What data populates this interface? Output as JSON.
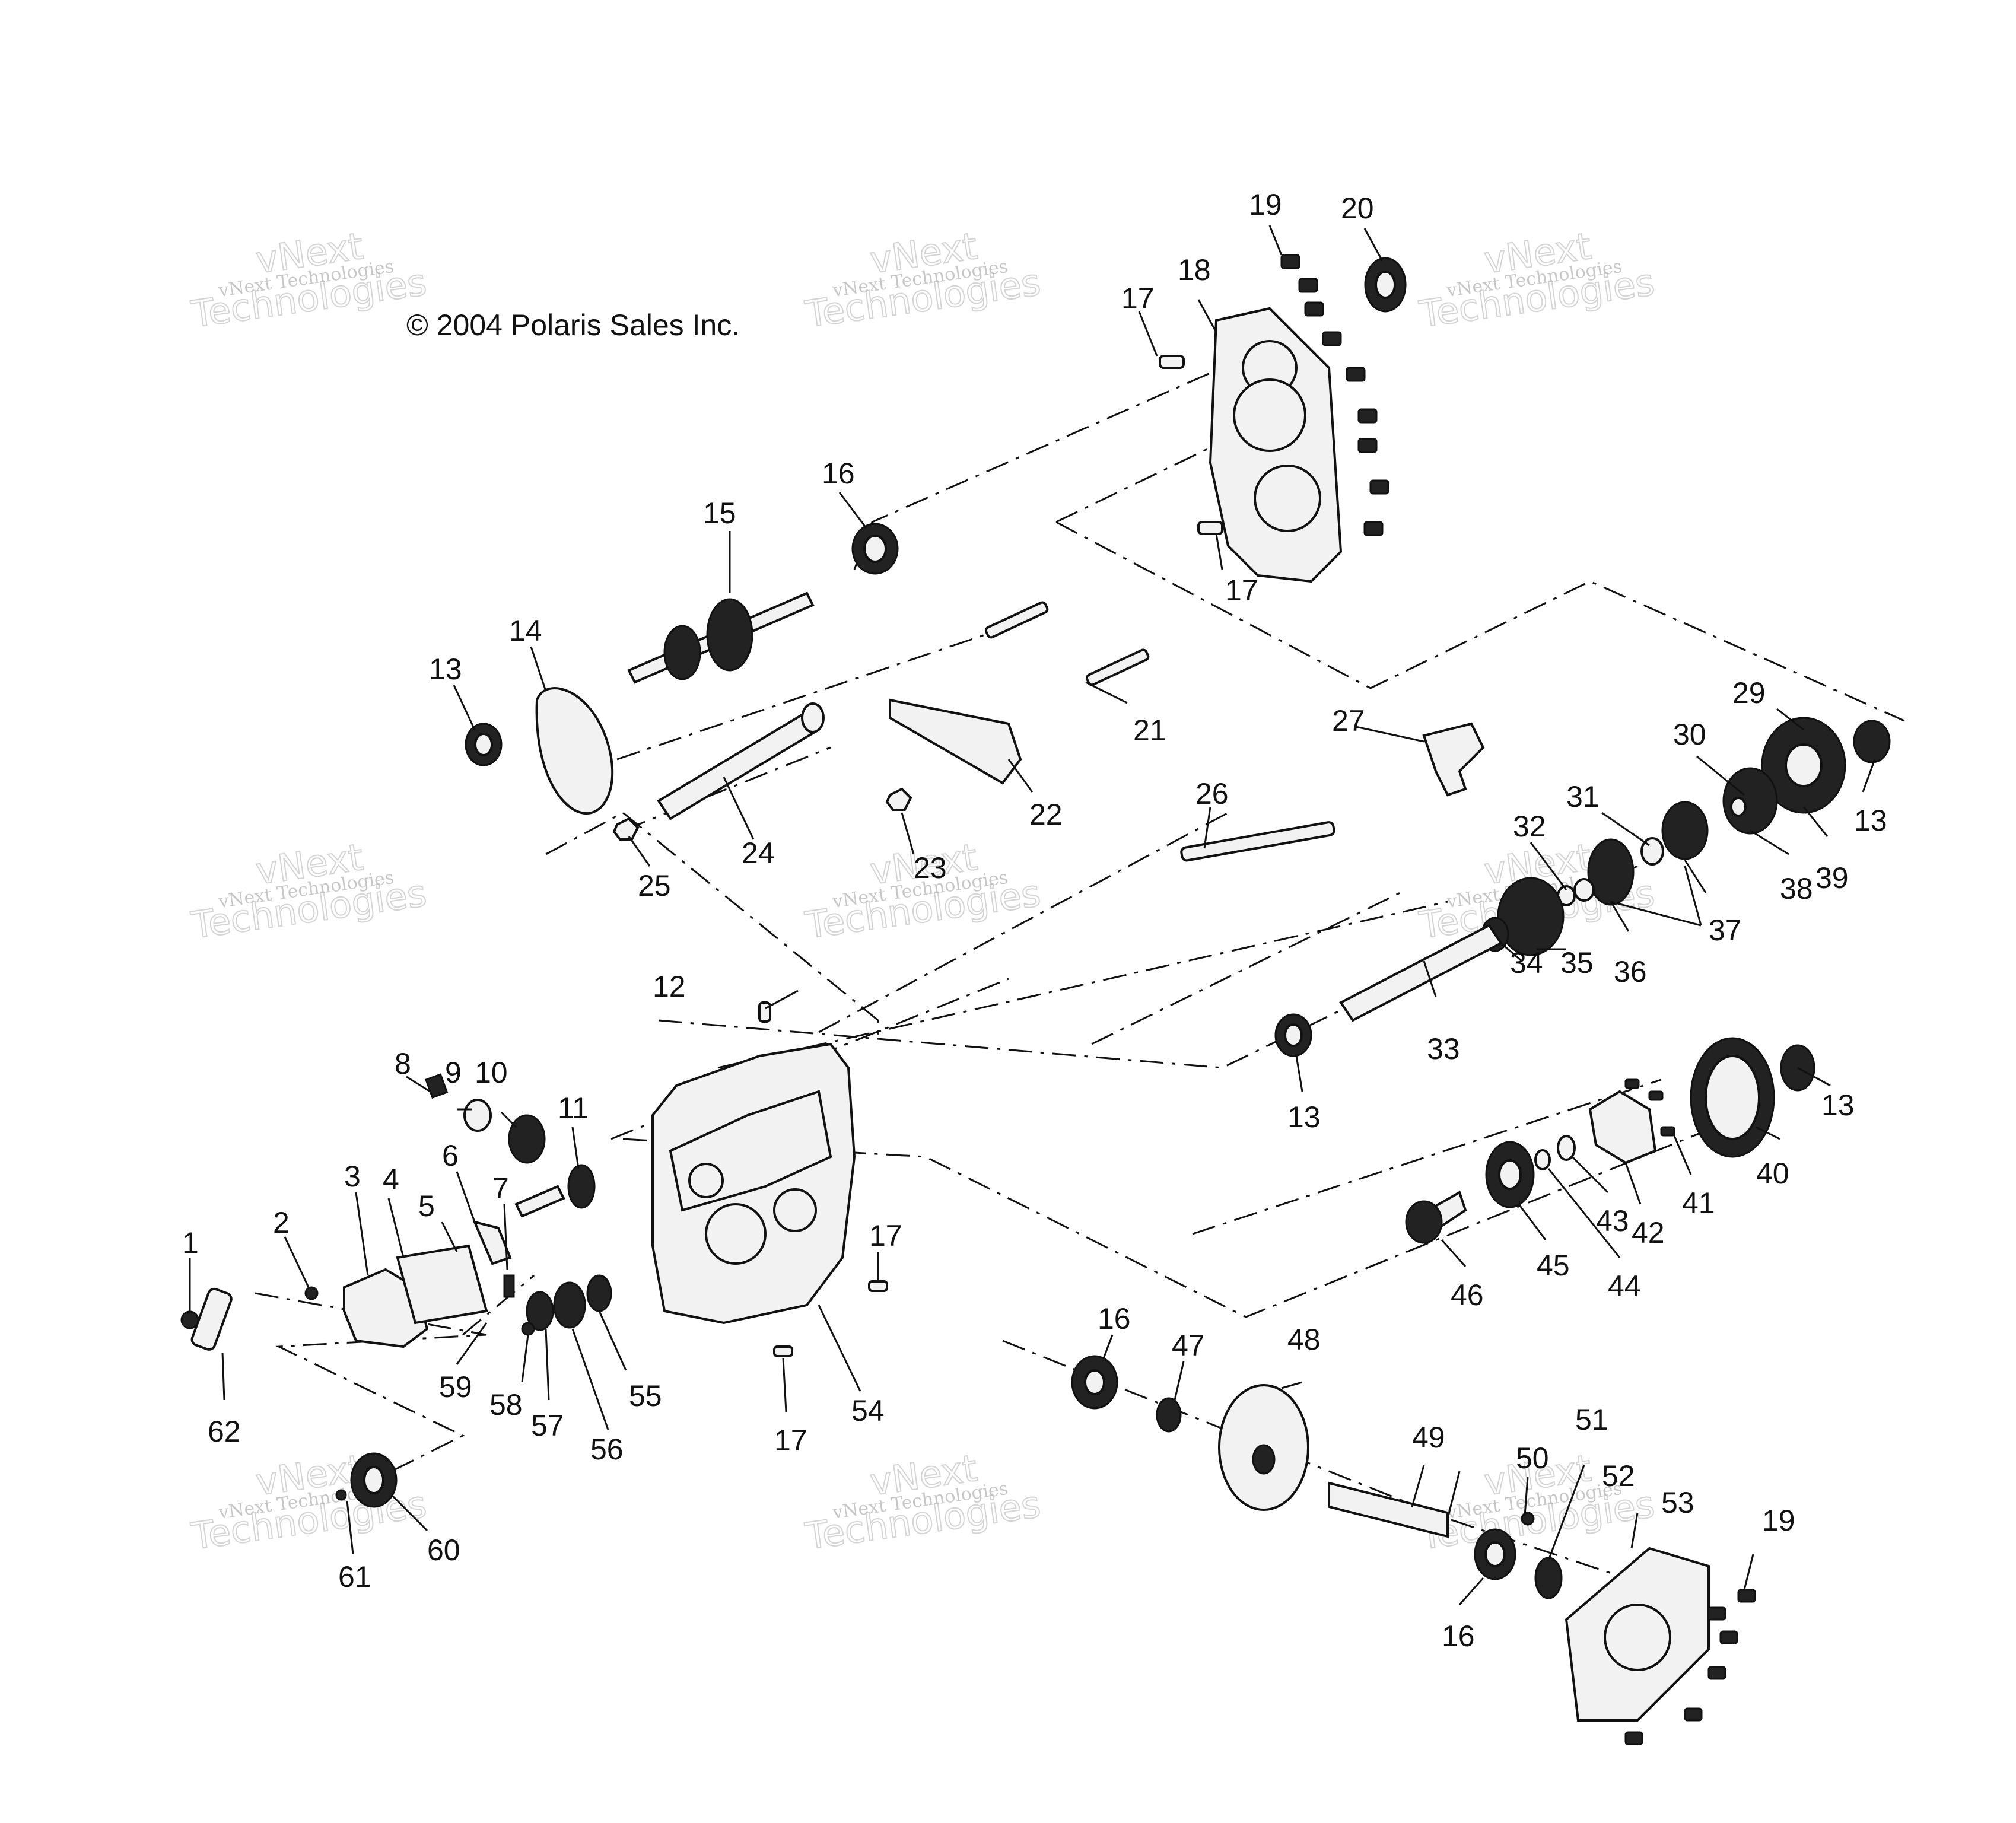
{
  "copyright": "© 2004 Polaris Sales Inc.",
  "watermarks": [
    {
      "line1": "vNext Technologies",
      "line2": "vNext",
      "line3": "Technologies"
    },
    {
      "line1": "vNext Technologies",
      "line2": "vNext",
      "line3": "Technologies"
    },
    {
      "line1": "vNext Technologies",
      "line2": "vNext",
      "line3": "Technologies"
    },
    {
      "line1": "vNext Technologies",
      "line2": "vNext",
      "line3": "Technologies"
    },
    {
      "line1": "vNext Technologies",
      "line2": "vNext",
      "line3": "Technologies"
    },
    {
      "line1": "vNext Technologies",
      "line2": "vNext",
      "line3": "Technologies"
    },
    {
      "line1": "vNext Technologies",
      "line2": "vNext",
      "line3": "Technologies"
    },
    {
      "line1": "vNext Technologies",
      "line2": "vNext",
      "line3": "Technologies"
    },
    {
      "line1": "vNext Technologies",
      "line2": "vNext",
      "line3": "Technologies"
    }
  ],
  "callouts": {
    "c1": "1",
    "c2": "2",
    "c3": "3",
    "c4": "4",
    "c5": "5",
    "c6": "6",
    "c7": "7",
    "c8": "8",
    "c9": "9",
    "c10": "10",
    "c11": "11",
    "c12": "12",
    "c13a": "13",
    "c13b": "13",
    "c13c": "13",
    "c13d": "13",
    "c14": "14",
    "c15": "15",
    "c16a": "16",
    "c16b": "16",
    "c16c": "16",
    "c17a": "17",
    "c17b": "17",
    "c17c": "17",
    "c17d": "17",
    "c18": "18",
    "c19a": "19",
    "c19b": "19",
    "c20": "20",
    "c21": "21",
    "c22": "22",
    "c23": "23",
    "c24": "24",
    "c25": "25",
    "c26": "26",
    "c27": "27",
    "c29": "29",
    "c30": "30",
    "c31": "31",
    "c32": "32",
    "c33": "33",
    "c34": "34",
    "c35": "35",
    "c36": "36",
    "c37": "37",
    "c38": "38",
    "c39": "39",
    "c40": "40",
    "c41": "41",
    "c42": "42",
    "c43": "43",
    "c44": "44",
    "c45": "45",
    "c46": "46",
    "c47": "47",
    "c48": "48",
    "c49": "49",
    "c50": "50",
    "c51": "51",
    "c52": "52",
    "c53": "53",
    "c54": "54",
    "c55": "55",
    "c56": "56",
    "c57": "57",
    "c58": "58",
    "c59": "59",
    "c60": "60",
    "c61": "61",
    "c62": "62"
  }
}
